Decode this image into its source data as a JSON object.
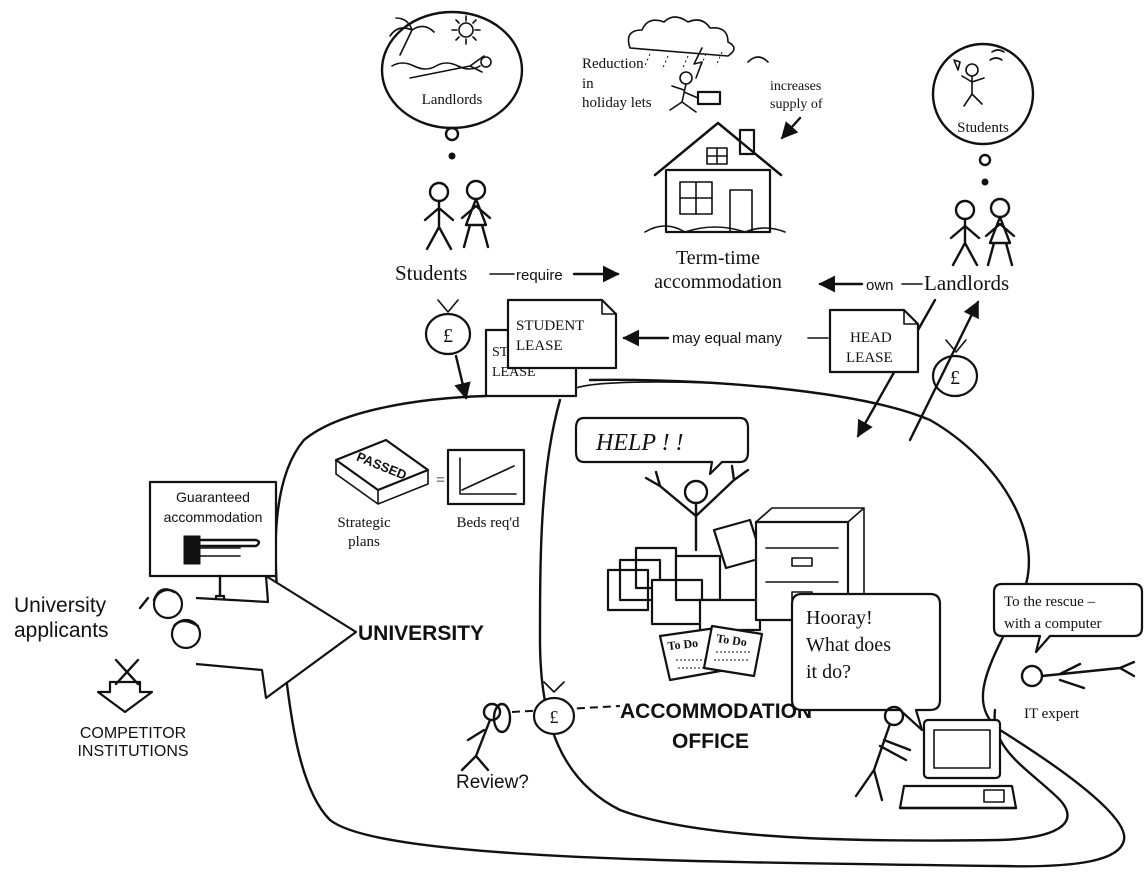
{
  "colors": {
    "ink": "#111111",
    "paper": "#ffffff"
  },
  "thought_left": {
    "label": "Landlords"
  },
  "thought_right": {
    "label": "Students"
  },
  "weather": {
    "reduction_line1": "Reduction",
    "reduction_line2": "in",
    "reduction_line3": "holiday lets",
    "increases_line1": "increases",
    "increases_line2": "supply of"
  },
  "house": {
    "label_line1": "Term-time",
    "label_line2": "accommodation"
  },
  "students": {
    "label": "Students",
    "arrow_label": "require"
  },
  "landlords": {
    "label": "Landlords",
    "arrow_label": "own"
  },
  "leases": {
    "student_line1": "STUDENT",
    "student_line2": "LEASE",
    "behind_line1": "ST",
    "behind_line2": "LEASE",
    "head_line1": "HEAD",
    "head_line2": "LEASE",
    "relation": "may equal many"
  },
  "money_symbol": "£",
  "strategic": {
    "book_label": "PASSED",
    "equals": "=",
    "plans_line1": "Strategic",
    "plans_line2": "plans",
    "beds": "Beds req'd"
  },
  "help": {
    "text": "HELP ! !"
  },
  "todo": {
    "label1": "To Do",
    "label2": "To Do"
  },
  "sign": {
    "line1": "Guaranteed",
    "line2": "accommodation"
  },
  "applicants": {
    "line1": "University",
    "line2": "applicants"
  },
  "competitors": {
    "line1": "COMPETITOR",
    "line2": "INSTITUTIONS"
  },
  "university": {
    "label": "UNIVERSITY"
  },
  "office": {
    "line1": "ACCOMMODATION",
    "line2": "OFFICE"
  },
  "review": {
    "label": "Review?"
  },
  "hooray": {
    "line1": "Hooray!",
    "line2": "What does",
    "line3": "it do?"
  },
  "rescue": {
    "line1": "To the rescue –",
    "line2": "with a computer"
  },
  "it_expert": {
    "label": "IT expert"
  }
}
